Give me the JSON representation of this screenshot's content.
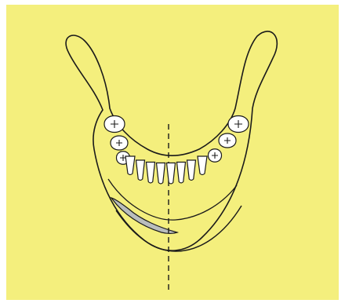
{
  "figure": {
    "background_color": "#f4ef7d",
    "frame_color": "#ffffff",
    "line_color": "#1a1a1a",
    "tooth_fill": "#ffffff",
    "shaded_region_color": "#b9bdbd",
    "midline_style": "dashed",
    "teeth_per_side": 7,
    "elements": [
      "mandible-outline",
      "dental-arch",
      "midline",
      "shaded-bone-region",
      "lower-border-curve"
    ]
  }
}
